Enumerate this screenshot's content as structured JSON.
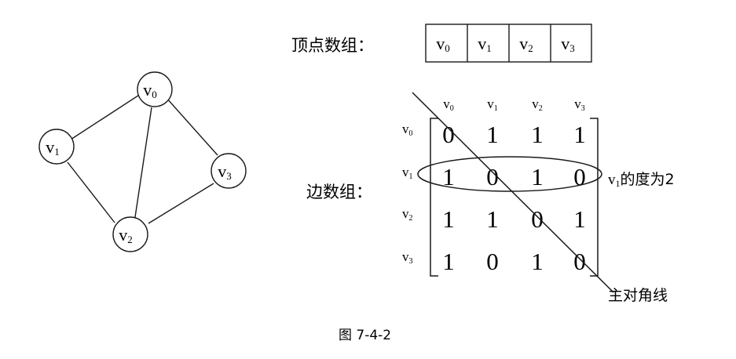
{
  "graph": {
    "vertices": [
      {
        "id": "v0",
        "base": "v",
        "sub": "0"
      },
      {
        "id": "v1",
        "base": "v",
        "sub": "1"
      },
      {
        "id": "v2",
        "base": "v",
        "sub": "2"
      },
      {
        "id": "v3",
        "base": "v",
        "sub": "3"
      }
    ],
    "edges": [
      [
        "v0",
        "v1"
      ],
      [
        "v0",
        "v2"
      ],
      [
        "v0",
        "v3"
      ],
      [
        "v1",
        "v2"
      ],
      [
        "v2",
        "v3"
      ]
    ]
  },
  "vertex_array": {
    "label": "顶点数组：",
    "cells": [
      {
        "base": "v",
        "sub": "0"
      },
      {
        "base": "v",
        "sub": "1"
      },
      {
        "base": "v",
        "sub": "2"
      },
      {
        "base": "v",
        "sub": "3"
      }
    ]
  },
  "edge_array": {
    "label": "边数组：",
    "col_headers": [
      {
        "base": "v",
        "sub": "0"
      },
      {
        "base": "v",
        "sub": "1"
      },
      {
        "base": "v",
        "sub": "2"
      },
      {
        "base": "v",
        "sub": "3"
      }
    ],
    "row_headers": [
      {
        "base": "v",
        "sub": "0"
      },
      {
        "base": "v",
        "sub": "1"
      },
      {
        "base": "v",
        "sub": "2"
      },
      {
        "base": "v",
        "sub": "3"
      }
    ],
    "matrix": [
      [
        "0",
        "1",
        "1",
        "1"
      ],
      [
        "1",
        "0",
        "1",
        "0"
      ],
      [
        "1",
        "1",
        "0",
        "1"
      ],
      [
        "1",
        "0",
        "1",
        "0"
      ]
    ]
  },
  "annotations": {
    "degree": {
      "base": "v",
      "sub": "1",
      "text": "的度为2"
    },
    "diagonal": "主对角线"
  },
  "caption": "图 7-4-2"
}
